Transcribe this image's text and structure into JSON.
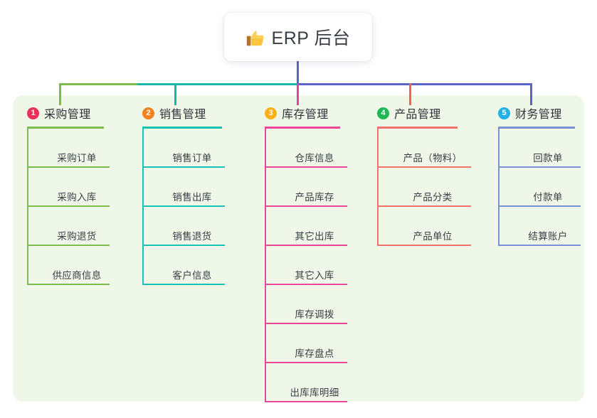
{
  "root": {
    "icon": "thumbs-up-icon",
    "title": "ERP 后台"
  },
  "colors": {
    "panel_bg": "#eef7e8",
    "page_bg": "#ffffff",
    "trunk": "#5b63c4",
    "bus_green": "#7fba4c",
    "bus_teal": "#17b8a6",
    "bus_blue": "#5b63c4"
  },
  "columns": [
    {
      "number": "1",
      "title": "采购管理",
      "badge_color": "#ef2f5b",
      "line_color": "#7fba4c",
      "items": [
        {
          "label": "采购订单"
        },
        {
          "label": "采购入库"
        },
        {
          "label": "采购退货"
        },
        {
          "label": "供应商信息"
        }
      ]
    },
    {
      "number": "2",
      "title": "销售管理",
      "badge_color": "#f58220",
      "line_color": "#17c3b2",
      "items": [
        {
          "label": "销售订单"
        },
        {
          "label": "销售出库"
        },
        {
          "label": "销售退货"
        },
        {
          "label": "客户信息"
        }
      ]
    },
    {
      "number": "3",
      "title": "库存管理",
      "badge_color": "#fcb117",
      "line_color": "#ec4699",
      "items": [
        {
          "label": "仓库信息"
        },
        {
          "label": "产品库存"
        },
        {
          "label": "其它出库"
        },
        {
          "label": "其它入库"
        },
        {
          "label": "库存调拨"
        },
        {
          "label": "库存盘点"
        },
        {
          "label": "出库库明细"
        }
      ]
    },
    {
      "number": "4",
      "title": "产品管理",
      "badge_color": "#1db954",
      "line_color": "#f4726c",
      "items": [
        {
          "label": "产品（物料）"
        },
        {
          "label": "产品分类"
        },
        {
          "label": "产品单位"
        }
      ]
    },
    {
      "number": "5",
      "title": "财务管理",
      "badge_color": "#22b0e8",
      "line_color": "#7b8fd4",
      "items": [
        {
          "label": "回款单"
        },
        {
          "label": "付款单"
        },
        {
          "label": "结算账户"
        }
      ]
    }
  ]
}
